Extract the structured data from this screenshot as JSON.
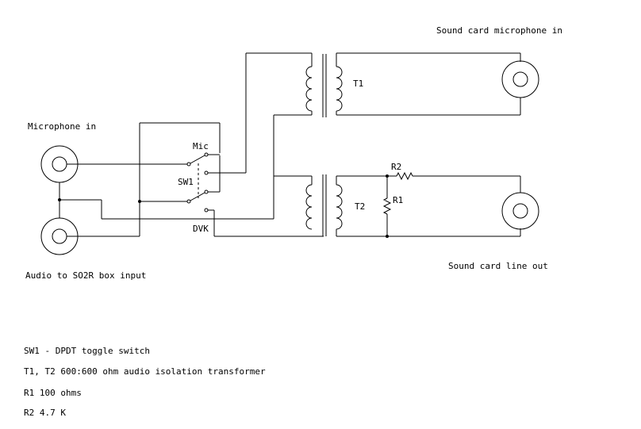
{
  "labels": {
    "mic_in": "Microphone in",
    "so2r": "Audio to SO2R box input",
    "card_mic": "Sound card microphone in",
    "card_line": "Sound card line out",
    "mic_pos": "Mic",
    "sw1": "SW1",
    "dvk": "DVK",
    "t1": "T1",
    "t2": "T2",
    "r1": "R1",
    "r2": "R2"
  },
  "notes": [
    "SW1 - DPDT toggle switch",
    "T1, T2 600:600 ohm audio isolation transformer",
    "R1 100 ohms",
    "R2 4.7 K"
  ]
}
